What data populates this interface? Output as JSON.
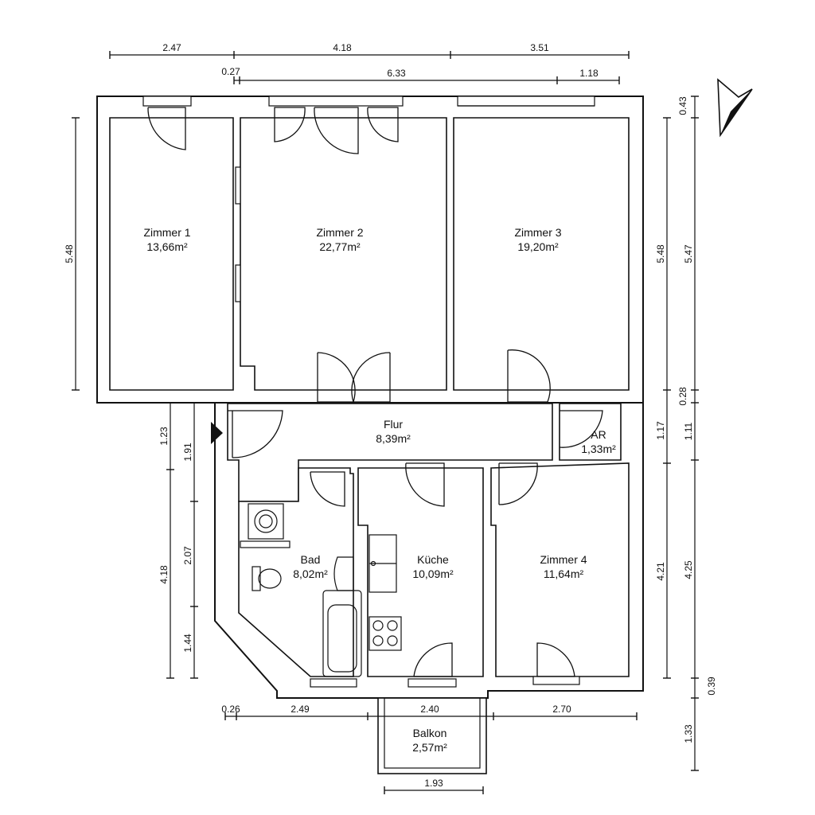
{
  "rooms": {
    "zimmer1": {
      "name": "Zimmer 1",
      "area": "13,66m²"
    },
    "zimmer2": {
      "name": "Zimmer 2",
      "area": "22,77m²"
    },
    "zimmer3": {
      "name": "Zimmer 3",
      "area": "19,20m²"
    },
    "flur": {
      "name": "Flur",
      "area": "8,39m²"
    },
    "ar": {
      "name": "AR",
      "area": "1,33m²"
    },
    "bad": {
      "name": "Bad",
      "area": "8,02m²"
    },
    "kueche": {
      "name": "Küche",
      "area": "10,09m²"
    },
    "zimmer4": {
      "name": "Zimmer 4",
      "area": "11,64m²"
    },
    "balkon": {
      "name": "Balkon",
      "area": "2,57m²"
    }
  },
  "dimensions": {
    "top_row1": [
      "2.47",
      "4.18",
      "3.51"
    ],
    "top_row2": [
      "0.27",
      "6.33",
      "1.18"
    ],
    "left_outer": [
      "5.48",
      "1.23",
      "4.18"
    ],
    "left_inner": [
      "1.91",
      "2.07",
      "1.44"
    ],
    "right_inner": [
      "5.48",
      "1.17",
      "4.21"
    ],
    "right_outer": [
      "0.43",
      "5.47",
      "0.28",
      "1.11",
      "4.25",
      "0.39",
      "1.33"
    ],
    "bottom_row": [
      "0.26",
      "2.49",
      "2.40",
      "2.70"
    ],
    "balkon_width": "1.93"
  },
  "icons": [
    "north-arrow-icon",
    "entrance-arrow-icon"
  ]
}
